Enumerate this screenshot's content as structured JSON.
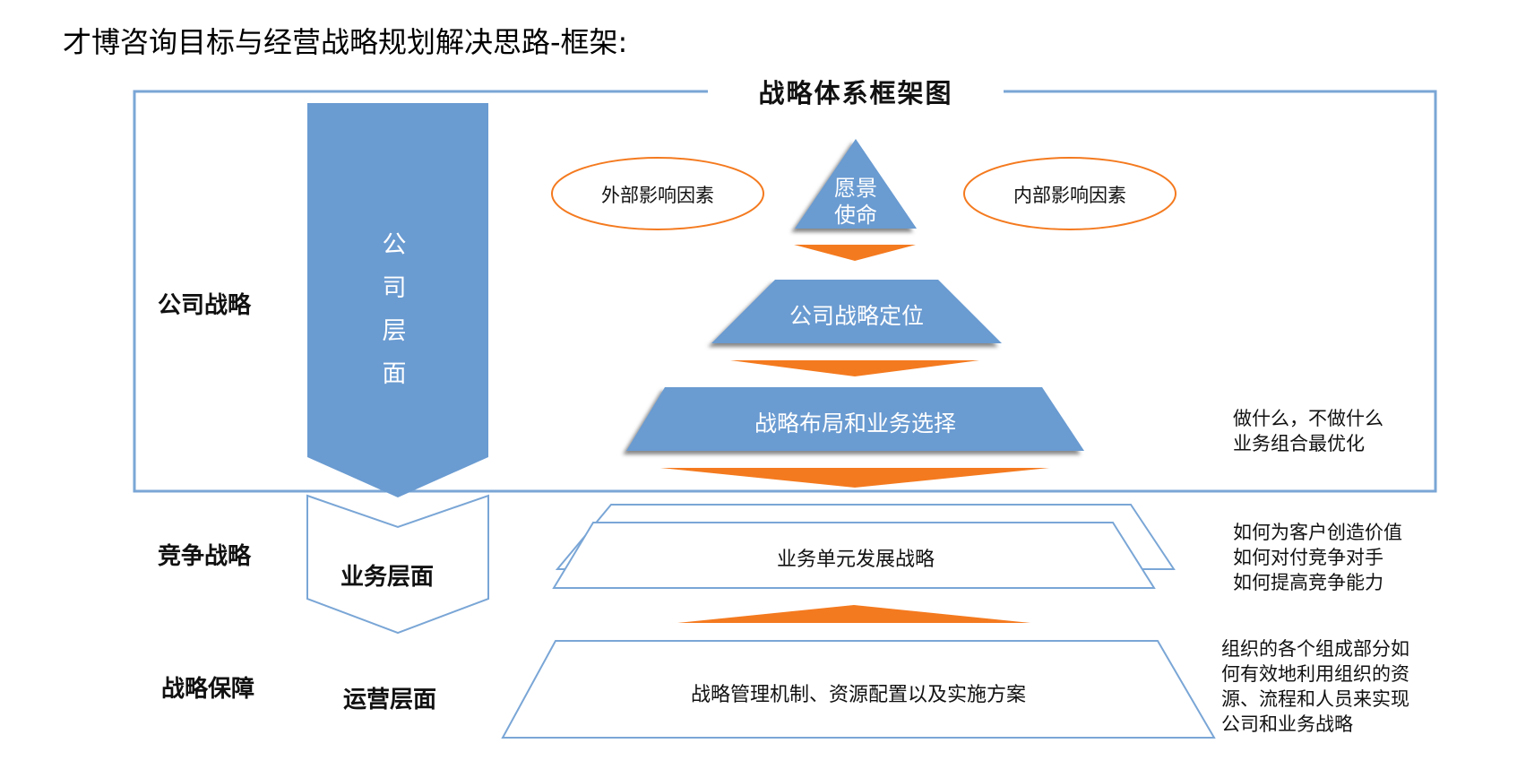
{
  "page_title": "才博咨询目标与经营战略规划解决思路-框架:",
  "frame_title": "战略体系框架图",
  "levels": {
    "company": "公司战略",
    "competition": "竞争战略",
    "guarantee": "战略保障"
  },
  "arrow_column": {
    "company_chars": [
      "公",
      "司",
      "层",
      "面"
    ],
    "business": "业务层面",
    "operation": "运营层面"
  },
  "influences": {
    "external": "外部影响因素",
    "internal": "内部影响因素"
  },
  "pyramid": {
    "apex_line1": "愿景",
    "apex_line2": "使命",
    "positioning": "公司战略定位",
    "layout": "战略布局和业务选择",
    "business_unit": "业务单元发展战略",
    "mechanism": "战略管理机制、资源配置以及实施方案"
  },
  "notes": {
    "layout": [
      "做什么，不做什么",
      "业务组合最优化"
    ],
    "business": [
      "如何为客户创造价值",
      "如何对付竞争对手",
      "如何提高竞争能力"
    ],
    "operation": [
      "组织的各个组成部分如",
      "何有效地利用组织的资",
      "源、流程和人员来实现",
      "公司和业务战略"
    ]
  },
  "colors": {
    "blue": "#6a9bd1",
    "blue_frame": "#7aa6d6",
    "orange": "#f47a1f",
    "ellipse_border": "#f47a1f"
  }
}
